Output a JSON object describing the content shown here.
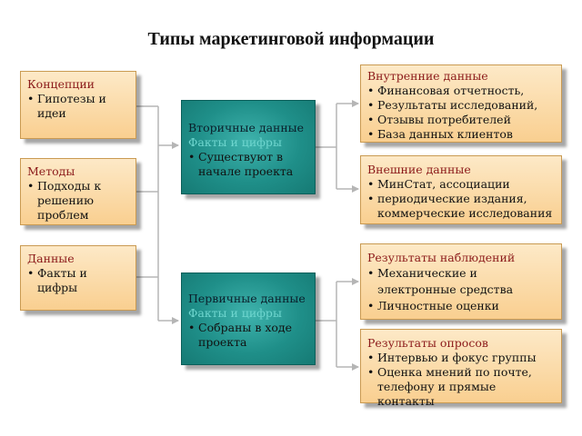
{
  "title": "Типы маркетинговой информации",
  "colors": {
    "box_fill": "#f9cf90",
    "box_border": "#c99a52",
    "teal_fill": "#1f8f89",
    "heading_red": "#8b1a1a",
    "teal_subtitle": "#6fd6cf"
  },
  "left_boxes": [
    {
      "title": "Концепции",
      "items": [
        "Гипотезы и идеи"
      ]
    },
    {
      "title": "Методы",
      "items": [
        "Подходы к решению проблем"
      ]
    },
    {
      "title": "Данные",
      "items": [
        "Факты и цифры"
      ]
    }
  ],
  "middle_boxes": [
    {
      "title": "Вторичные данные",
      "subtitle": "Факты и цифры",
      "items": [
        "Существуют в начале проекта"
      ]
    },
    {
      "title": "Первичные данные",
      "subtitle": "Факты и цифры",
      "items": [
        "Собраны в ходе проекта"
      ]
    }
  ],
  "right_boxes": [
    {
      "title": "Внутренние данные",
      "items": [
        "Финансовая отчетность,",
        "Результаты исследований,",
        "Отзывы потребителей",
        "База данных клиентов"
      ]
    },
    {
      "title": "Внешние данные",
      "items": [
        "МинСтат, ассоциации",
        "периодические издания, коммерческие исследования"
      ]
    },
    {
      "title": "Результаты наблюдений",
      "items": [
        "Механические и электронные средства",
        "Личностные оценки"
      ]
    },
    {
      "title": "Результаты опросов",
      "items": [
        "Интервью и фокус группы",
        "Оценка мнений по почте, телефону и прямые контакты"
      ]
    }
  ]
}
